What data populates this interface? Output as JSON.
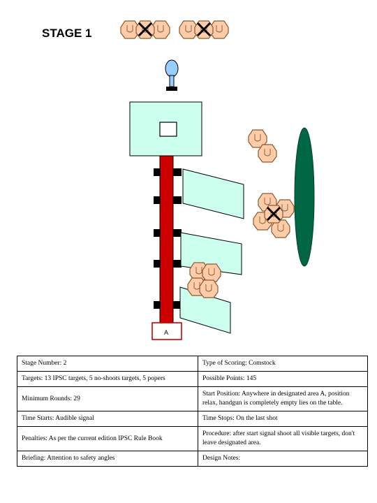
{
  "header": {
    "title": "STAGE 1"
  },
  "diagram": {
    "start_area_label": "A",
    "colors": {
      "wall_fill": "#cc0000",
      "panel_fill": "#ccffee",
      "target_fill": "#ffccaa",
      "target_stroke": "#8a5a2b",
      "barrel_fill": "#006644",
      "popper_fill": "#99ccff"
    }
  },
  "info": {
    "stage_number": "Stage Number:  2",
    "scoring": "Type of Scoring:  Comstock",
    "targets": "Targets: 13 IPSC targets, 5 no-shoots targets, 5 popers",
    "points": "Possible Points: 145",
    "min_rounds": "Minimum Rounds: 29",
    "start_position": "Start Position:  Anywhere in designated area A, position relax, handgun  is completely empty  lies on the table.",
    "time_starts": "Time Starts: Audible signal",
    "time_stops": "Time Stops: On the last shot",
    "penalties": "Penalties: As per the current edition IPSC Rule Book",
    "procedure": "Procedure: after start signal shoot all visible targets, don't leave designated area.",
    "briefing": "Briefing: Attention to safety angles",
    "design_notes": "Design Notes:"
  }
}
